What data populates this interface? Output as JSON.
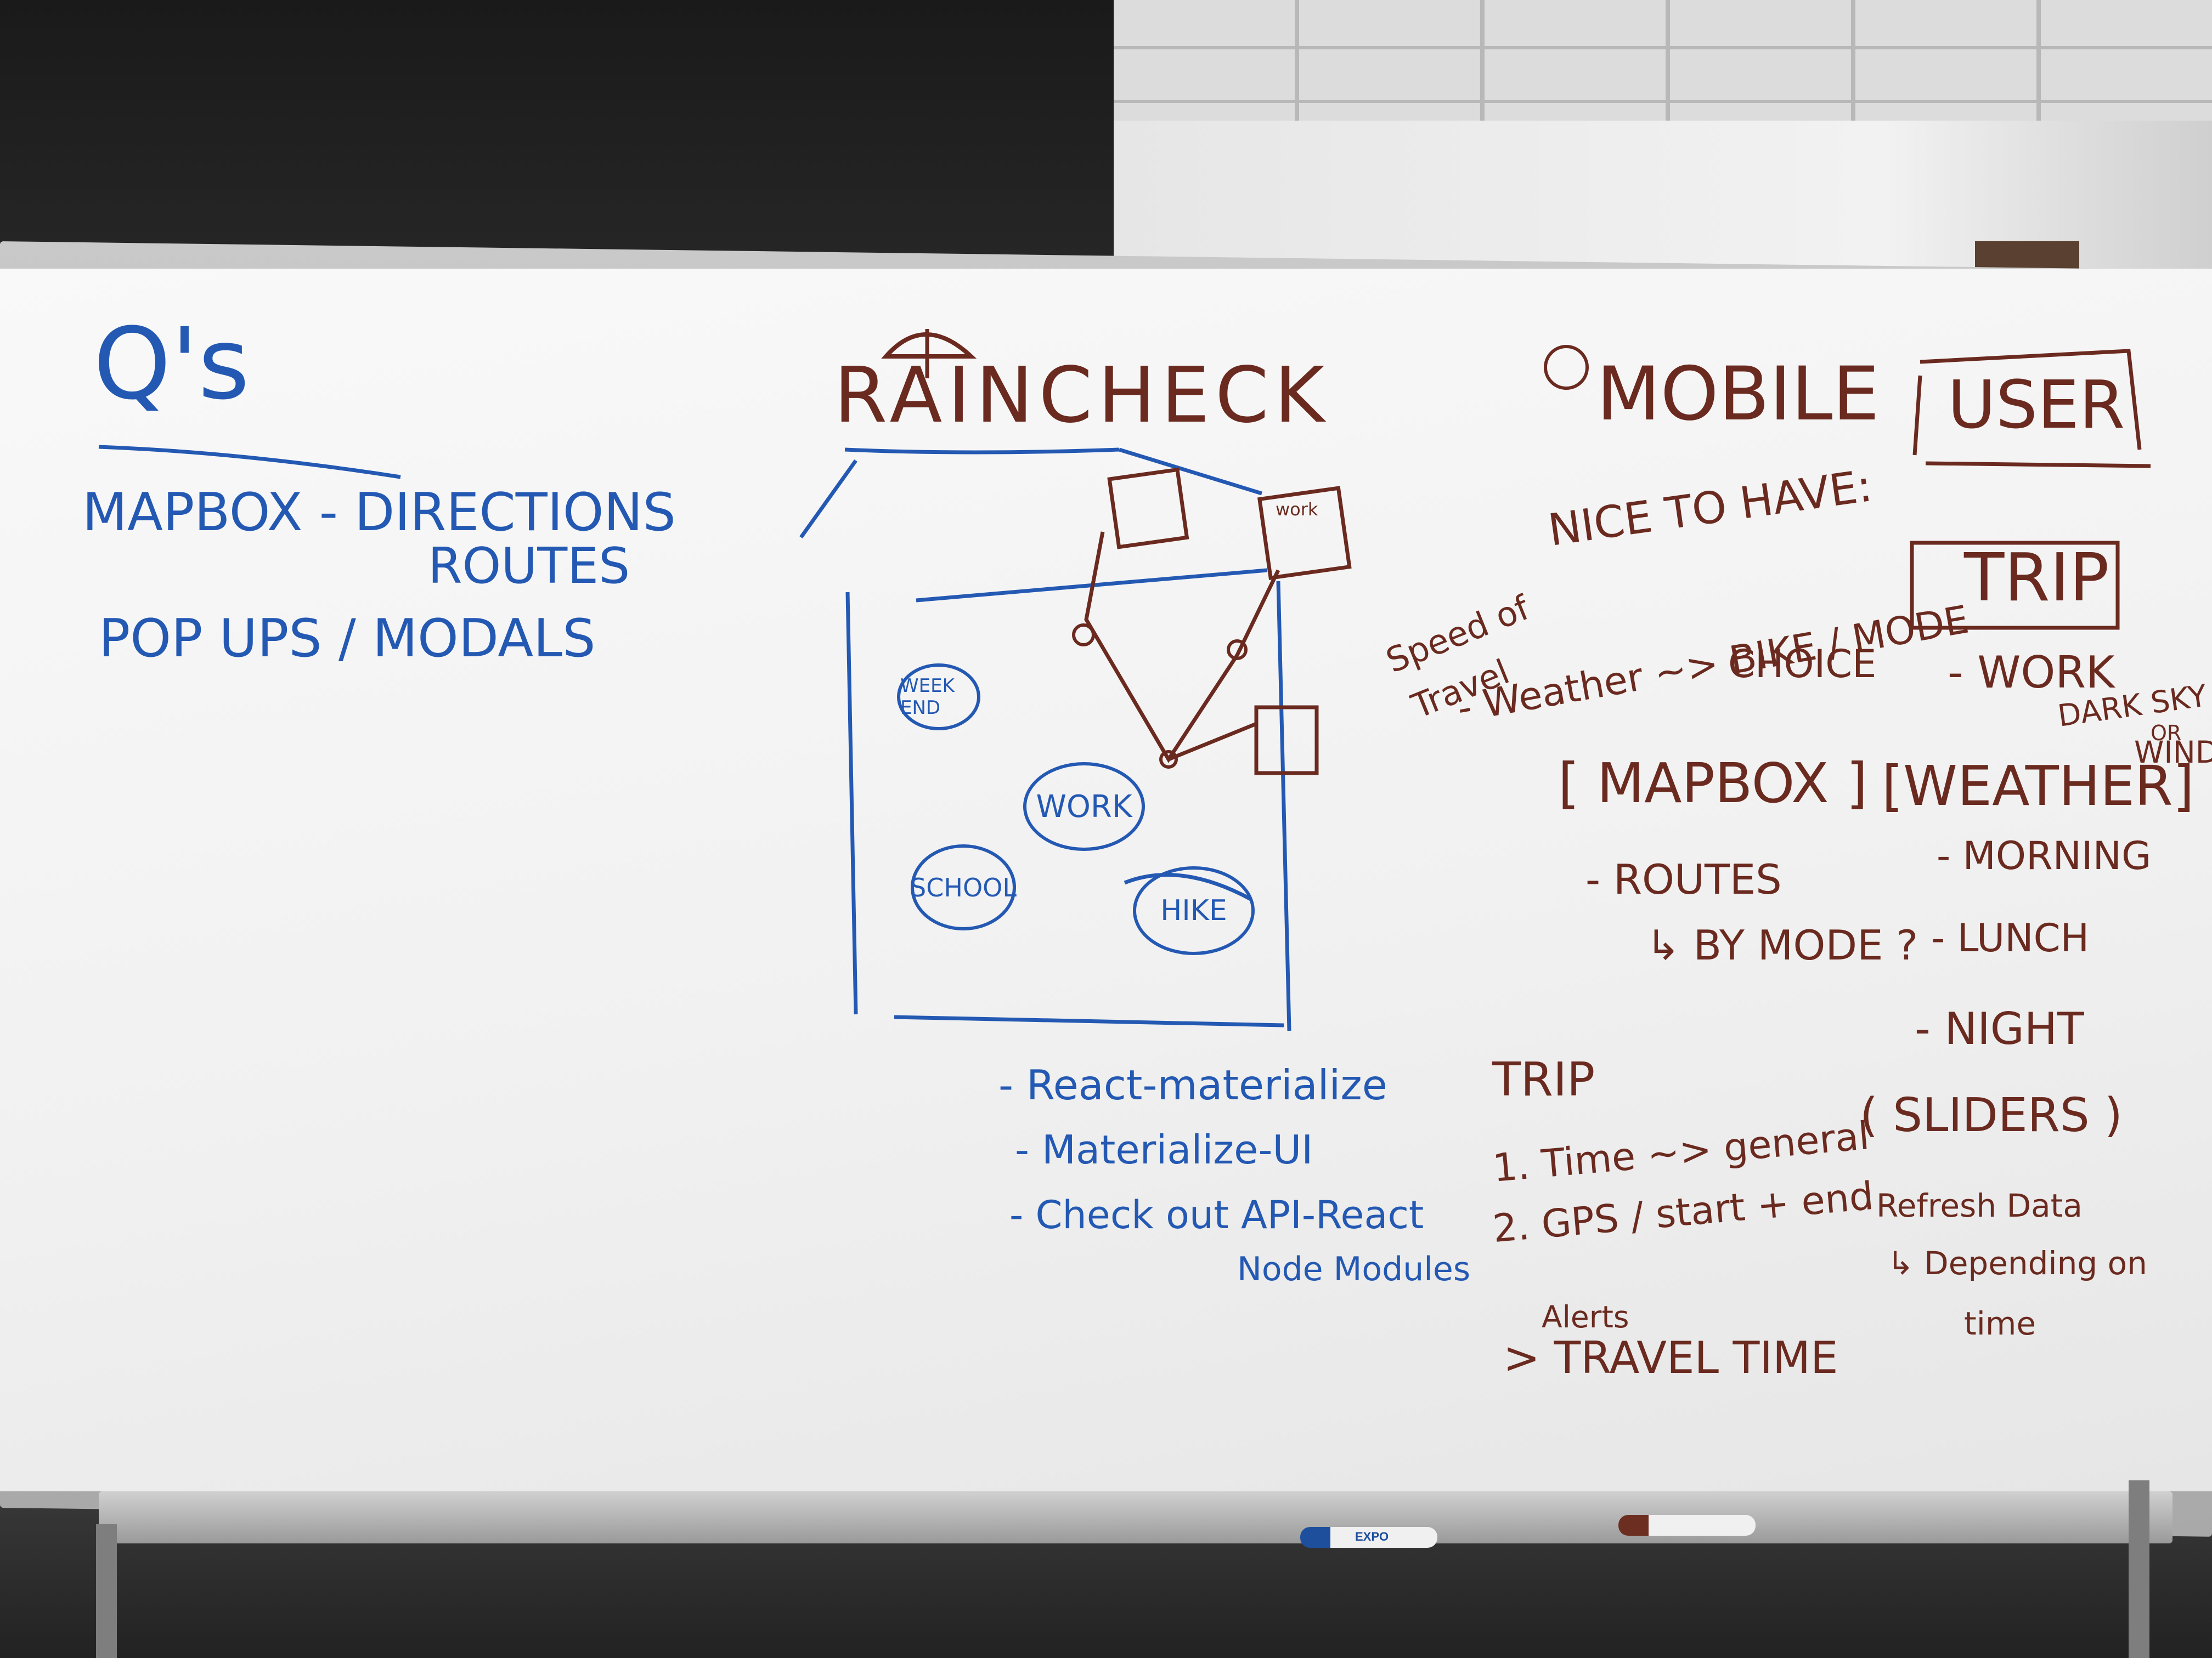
{
  "board": {
    "left": {
      "title": "Q's",
      "line1": "MAPBOX - DIRECTIONS",
      "line1b": "ROUTES",
      "line2": "POP UPS / MODALS"
    },
    "center": {
      "title": "RAINCHECK",
      "circles": [
        "WEEK END",
        "WORK",
        "SCHOOL",
        "HIKE"
      ],
      "work_sign": "work",
      "list": [
        "- React-materialize",
        "- Materialize-UI",
        "- Check out API-React",
        "Node Modules"
      ]
    },
    "right": {
      "mobile": "MOBILE",
      "user": "USER",
      "nice": "NICE TO HAVE:",
      "speed1": "Speed of",
      "speed2": "Travel",
      "weather_note": "- Weather ~> BIKE / MODE",
      "choice": "CHOICE",
      "mapbox": "[ MAPBOX ]",
      "routes": "- ROUTES",
      "bymode": "↳ BY MODE ?",
      "trip_box": "TRIP",
      "trip_list": [
        "- WORK"
      ],
      "darksky": "DARK SKY",
      "or": "OR",
      "windy": "WINDY",
      "weather_box": "[WEATHER]",
      "times": [
        "- MORNING",
        "- LUNCH",
        "- NIGHT"
      ],
      "trip2": "TRIP",
      "trip2_items": [
        "1. Time ~> general",
        "2. GPS / start + end"
      ],
      "sliders": "( SLIDERS )",
      "refresh": "Refresh Data",
      "depending": "↳ Depending on",
      "time": "time",
      "alerts": "Alerts",
      "travel": "> TRAVEL TIME"
    },
    "tray": {
      "marker_blue_label": "EXPO"
    }
  },
  "colors": {
    "blue_ink": "#2459b3",
    "brown_ink": "#6b2a1f"
  }
}
